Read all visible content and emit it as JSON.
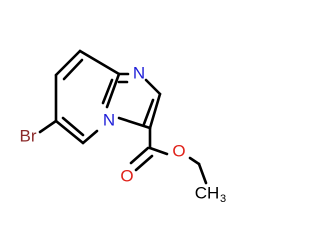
{
  "molecule": {
    "atoms": {
      "bromine": {
        "element": "Br",
        "color": "#8b2a2a"
      },
      "ring_nitrogen_top": {
        "element": "N",
        "color": "#1f1fd8"
      },
      "ring_nitrogen_bridge": {
        "element": "N",
        "color": "#1f1fd8"
      },
      "carbonyl_oxygen": {
        "element": "O",
        "color": "#e0231b"
      },
      "ester_oxygen": {
        "element": "O",
        "color": "#e0231b"
      },
      "methyl": {
        "element": "CH",
        "subscript": "3",
        "color": "#000000"
      }
    },
    "bond_color": "#000000"
  }
}
